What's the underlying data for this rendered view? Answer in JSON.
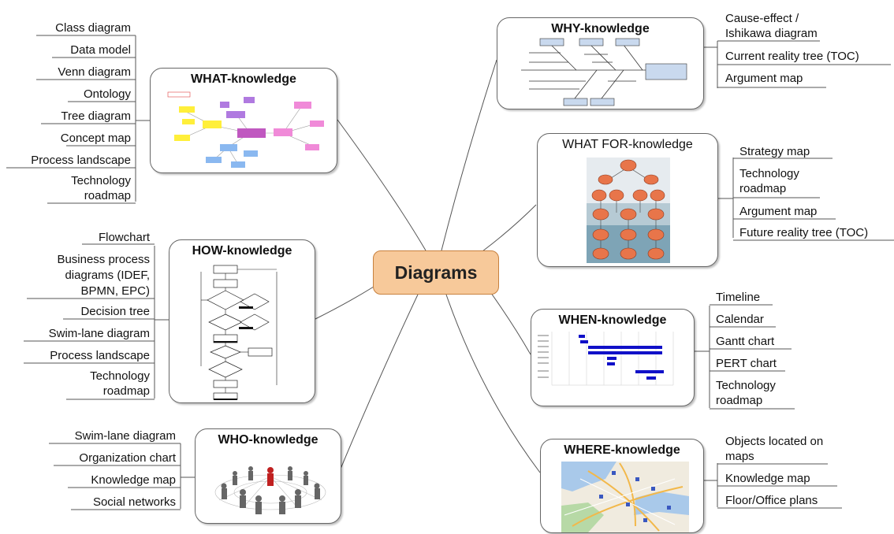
{
  "center": {
    "label": "Diagrams"
  },
  "branches": {
    "what": {
      "title": "WHAT-knowledge",
      "items": [
        "Class diagram",
        "Data model",
        "Venn diagram",
        "Ontology",
        "Tree diagram",
        "Concept map",
        "Process landscape",
        "Technology roadmap"
      ]
    },
    "how": {
      "title": "HOW-knowledge",
      "items": [
        "Flowchart",
        "Business process diagrams (IDEF, BPMN, EPC)",
        "Decision tree",
        "Swim-lane diagram",
        "Process landscape",
        "Technology roadmap"
      ]
    },
    "who": {
      "title": "WHO-knowledge",
      "items": [
        "Swim-lane diagram",
        "Organization chart",
        "Knowledge map",
        "Social networks"
      ]
    },
    "why": {
      "title": "WHY-knowledge",
      "items": [
        "Cause-effect / Ishikawa diagram",
        "Current reality tree (TOC)",
        "Argument map"
      ]
    },
    "what_for": {
      "title": "WHAT FOR-knowledge",
      "items": [
        "Strategy map",
        "Technology roadmap",
        "Argument map",
        "Future reality tree (TOC)"
      ]
    },
    "when": {
      "title": "WHEN-knowledge",
      "items": [
        "Timeline",
        "Calendar",
        "Gantt chart",
        "PERT chart",
        "Technology roadmap"
      ]
    },
    "where": {
      "title": "WHERE-knowledge",
      "items": [
        "Objects located on maps",
        "Knowledge map",
        "Floor/Office plans"
      ]
    }
  },
  "colors": {
    "center_fill": "#f7c99a",
    "center_border": "#c8813e",
    "link": "#555555",
    "gantt_bar": "#1010c8"
  }
}
